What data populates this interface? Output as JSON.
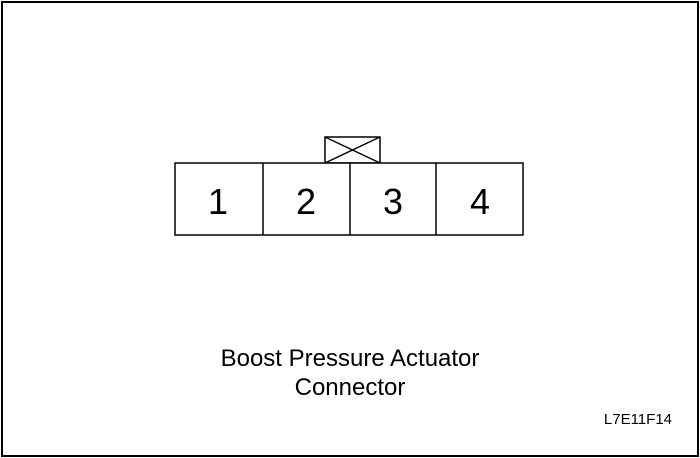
{
  "connector": {
    "pins": [
      "1",
      "2",
      "3",
      "4"
    ],
    "latch_icon": "latch-x-icon"
  },
  "caption": {
    "line1": "Boost Pressure Actuator",
    "line2": "Connector"
  },
  "figure_id": "L7E11F14"
}
